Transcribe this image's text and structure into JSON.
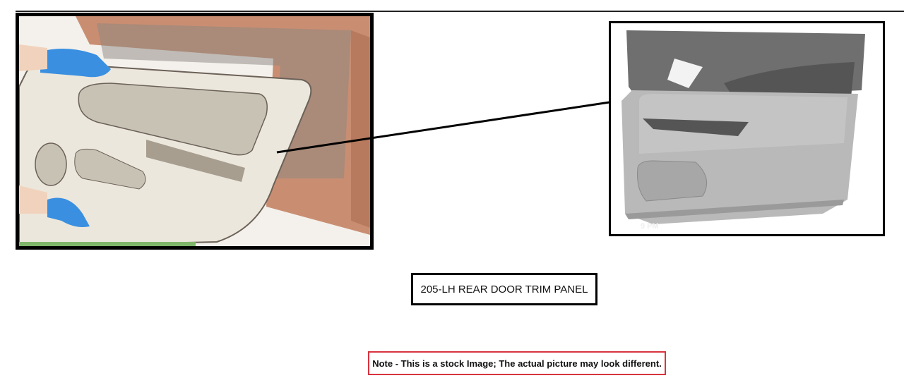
{
  "part_title": "205-LH REAR DOOR TRIM PANEL",
  "note": "Note - This is a stock Image; The actual picture may look different.",
  "photo_timestamp_fragment": "9 PM",
  "colors": {
    "note_border": "#d9333f",
    "frame": "#000000",
    "door_body": "#c98e72",
    "trim_panel": "#ece7dc",
    "glove": "#3a8fe0",
    "gray_panel": "#b9b9b9"
  }
}
